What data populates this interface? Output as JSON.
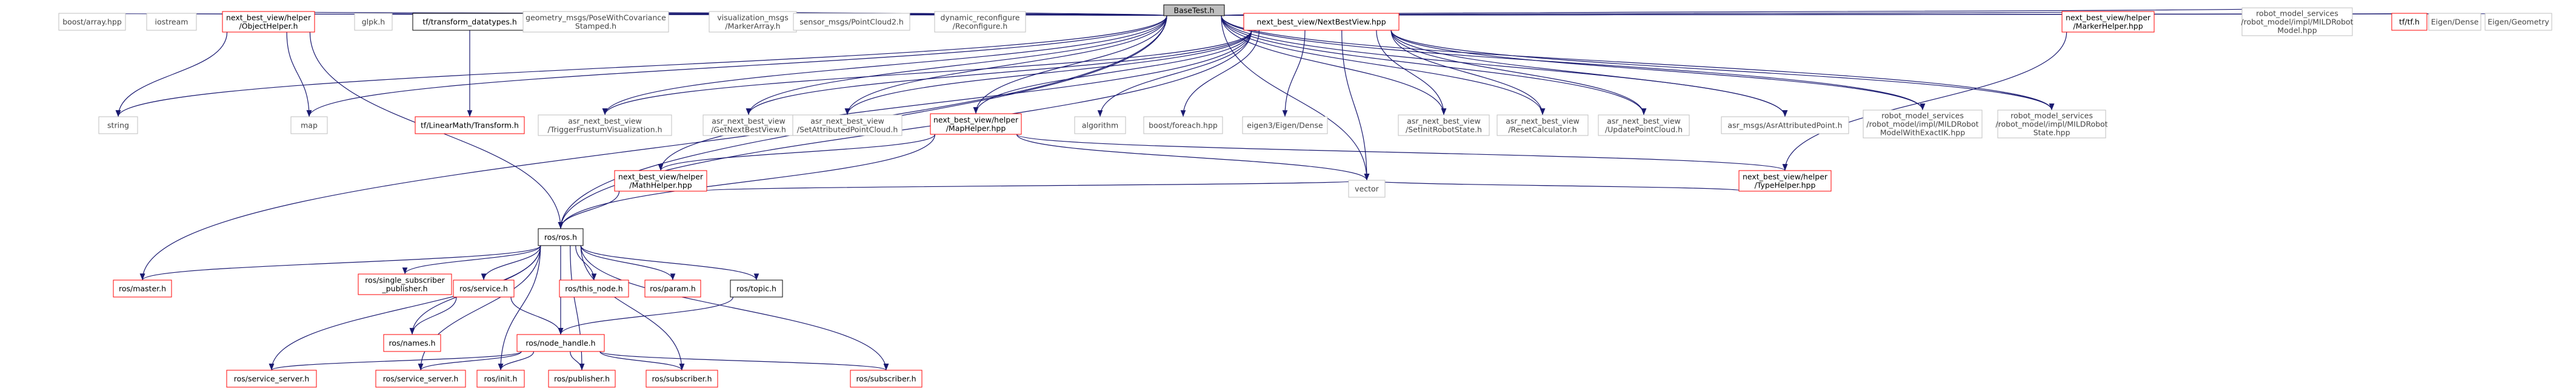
{
  "colors": {
    "edge": "#191970",
    "border_red": "#ff0000",
    "border_black": "#000000",
    "border_gray": "#bfbfbf",
    "root_fill": "#bfbfbf",
    "node_fill": "#ffffff"
  },
  "nodes": [
    {
      "id": "root",
      "lines": [
        "BaseTest.h"
      ],
      "style": "root"
    },
    {
      "id": "boost_array",
      "lines": [
        "boost/array.hpp"
      ],
      "style": "gray"
    },
    {
      "id": "iostream",
      "lines": [
        "iostream"
      ],
      "style": "gray"
    },
    {
      "id": "object_helper",
      "lines": [
        "next_best_view/helper",
        "/ObjectHelper.h"
      ],
      "style": "red"
    },
    {
      "id": "glpk",
      "lines": [
        "glpk.h"
      ],
      "style": "gray"
    },
    {
      "id": "tf_datatypes",
      "lines": [
        "tf/transform_datatypes.h"
      ],
      "style": "black"
    },
    {
      "id": "geometry_msgs",
      "lines": [
        "geometry_msgs/PoseWithCovariance",
        "Stamped.h"
      ],
      "style": "gray"
    },
    {
      "id": "visualization_msgs",
      "lines": [
        "visualization_msgs",
        "/MarkerArray.h"
      ],
      "style": "gray"
    },
    {
      "id": "sensor_msgs",
      "lines": [
        "sensor_msgs/PointCloud2.h"
      ],
      "style": "gray"
    },
    {
      "id": "dynamic_reconfigure",
      "lines": [
        "dynamic_reconfigure",
        "/Reconfigure.h"
      ],
      "style": "gray"
    },
    {
      "id": "nbv",
      "lines": [
        "next_best_view/NextBestView.hpp"
      ],
      "style": "red"
    },
    {
      "id": "marker_helper",
      "lines": [
        "next_best_view/helper",
        "/MarkerHelper.hpp"
      ],
      "style": "red"
    },
    {
      "id": "rms_model",
      "lines": [
        "robot_model_services",
        "/robot_model/impl/MILDRobot",
        "Model.hpp"
      ],
      "style": "gray"
    },
    {
      "id": "tf_tf",
      "lines": [
        "tf/tf.h"
      ],
      "style": "red"
    },
    {
      "id": "eigen_dense_top",
      "lines": [
        "Eigen/Dense"
      ],
      "style": "gray"
    },
    {
      "id": "eigen_geometry",
      "lines": [
        "Eigen/Geometry"
      ],
      "style": "gray"
    },
    {
      "id": "string",
      "lines": [
        "string"
      ],
      "style": "gray"
    },
    {
      "id": "map",
      "lines": [
        "map"
      ],
      "style": "gray"
    },
    {
      "id": "tf_linearmath",
      "lines": [
        "tf/LinearMath/Transform.h"
      ],
      "style": "red"
    },
    {
      "id": "trigger_frustum",
      "lines": [
        "asr_next_best_view",
        "/TriggerFrustumVisualization.h"
      ],
      "style": "gray"
    },
    {
      "id": "get_nbv",
      "lines": [
        "asr_next_best_view",
        "/GetNextBestView.h"
      ],
      "style": "gray"
    },
    {
      "id": "set_attr_pc",
      "lines": [
        "asr_next_best_view",
        "/SetAttributedPointCloud.h"
      ],
      "style": "gray"
    },
    {
      "id": "map_helper",
      "lines": [
        "next_best_view/helper",
        "/MapHelper.hpp"
      ],
      "style": "red"
    },
    {
      "id": "algorithm",
      "lines": [
        "algorithm"
      ],
      "style": "gray"
    },
    {
      "id": "boost_foreach",
      "lines": [
        "boost/foreach.hpp"
      ],
      "style": "gray"
    },
    {
      "id": "eigen3_dense",
      "lines": [
        "eigen3/Eigen/Dense"
      ],
      "style": "gray"
    },
    {
      "id": "set_init_robot",
      "lines": [
        "asr_next_best_view",
        "/SetInitRobotState.h"
      ],
      "style": "gray"
    },
    {
      "id": "reset_calc",
      "lines": [
        "asr_next_best_view",
        "/ResetCalculator.h"
      ],
      "style": "gray"
    },
    {
      "id": "update_pc",
      "lines": [
        "asr_next_best_view",
        "/UpdatePointCloud.h"
      ],
      "style": "gray"
    },
    {
      "id": "asr_attr_point",
      "lines": [
        "asr_msgs/AsrAttributedPoint.h"
      ],
      "style": "gray"
    },
    {
      "id": "rms_exactik",
      "lines": [
        "robot_model_services",
        "/robot_model/impl/MILDRobot",
        "ModelWithExactIK.hpp"
      ],
      "style": "gray"
    },
    {
      "id": "rms_state",
      "lines": [
        "robot_model_services",
        "/robot_model/impl/MILDRobot",
        "State.hpp"
      ],
      "style": "gray"
    },
    {
      "id": "math_helper",
      "lines": [
        "next_best_view/helper",
        "/MathHelper.hpp"
      ],
      "style": "red"
    },
    {
      "id": "type_helper",
      "lines": [
        "next_best_view/helper",
        "/TypeHelper.hpp"
      ],
      "style": "red"
    },
    {
      "id": "vector",
      "lines": [
        "vector"
      ],
      "style": "gray"
    },
    {
      "id": "ros_h",
      "lines": [
        "ros/ros.h"
      ],
      "style": "black"
    },
    {
      "id": "ros_master",
      "lines": [
        "ros/master.h"
      ],
      "style": "red"
    },
    {
      "id": "single_sub_pub",
      "lines": [
        "ros/single_subscriber",
        "_publisher.h"
      ],
      "style": "red"
    },
    {
      "id": "ros_service",
      "lines": [
        "ros/service.h"
      ],
      "style": "red"
    },
    {
      "id": "ros_this_node",
      "lines": [
        "ros/this_node.h"
      ],
      "style": "red"
    },
    {
      "id": "ros_param",
      "lines": [
        "ros/param.h"
      ],
      "style": "red"
    },
    {
      "id": "ros_topic",
      "lines": [
        "ros/topic.h"
      ],
      "style": "black"
    },
    {
      "id": "ros_names",
      "lines": [
        "ros/names.h"
      ],
      "style": "red"
    },
    {
      "id": "ros_node_handle",
      "lines": [
        "ros/node_handle.h"
      ],
      "style": "red"
    },
    {
      "id": "service_server_1",
      "lines": [
        "ros/service_server.h"
      ],
      "style": "red"
    },
    {
      "id": "service_server_2",
      "lines": [
        "ros/service_server.h"
      ],
      "style": "red"
    },
    {
      "id": "ros_init",
      "lines": [
        "ros/init.h"
      ],
      "style": "red"
    },
    {
      "id": "ros_publisher",
      "lines": [
        "ros/publisher.h"
      ],
      "style": "red"
    },
    {
      "id": "ros_subscriber_1",
      "lines": [
        "ros/subscriber.h"
      ],
      "style": "red"
    },
    {
      "id": "ros_subscriber_2",
      "lines": [
        "ros/subscriber.h"
      ],
      "style": "red"
    }
  ],
  "edges": [
    [
      "root",
      "boost_array"
    ],
    [
      "root",
      "iostream"
    ],
    [
      "root",
      "object_helper"
    ],
    [
      "root",
      "glpk"
    ],
    [
      "root",
      "tf_datatypes"
    ],
    [
      "root",
      "geometry_msgs"
    ],
    [
      "root",
      "visualization_msgs"
    ],
    [
      "root",
      "sensor_msgs"
    ],
    [
      "root",
      "dynamic_reconfigure"
    ],
    [
      "root",
      "nbv"
    ],
    [
      "root",
      "marker_helper"
    ],
    [
      "root",
      "rms_model"
    ],
    [
      "root",
      "tf_tf"
    ],
    [
      "root",
      "eigen_dense_top"
    ],
    [
      "root",
      "eigen_geometry"
    ],
    [
      "root",
      "string"
    ],
    [
      "root",
      "map"
    ],
    [
      "root",
      "trigger_frustum"
    ],
    [
      "root",
      "get_nbv"
    ],
    [
      "root",
      "set_attr_pc"
    ],
    [
      "root",
      "map_helper"
    ],
    [
      "root",
      "set_init_robot"
    ],
    [
      "root",
      "reset_calc"
    ],
    [
      "root",
      "update_pc"
    ],
    [
      "root",
      "asr_attr_point"
    ],
    [
      "root",
      "rms_exactik"
    ],
    [
      "root",
      "rms_state"
    ],
    [
      "root",
      "vector"
    ],
    [
      "root",
      "ros_h"
    ],
    [
      "root",
      "ros_master"
    ],
    [
      "object_helper",
      "string"
    ],
    [
      "object_helper",
      "map"
    ],
    [
      "object_helper",
      "ros_h"
    ],
    [
      "tf_datatypes",
      "tf_linearmath"
    ],
    [
      "nbv",
      "trigger_frustum"
    ],
    [
      "nbv",
      "get_nbv"
    ],
    [
      "nbv",
      "set_attr_pc"
    ],
    [
      "nbv",
      "map_helper"
    ],
    [
      "nbv",
      "algorithm"
    ],
    [
      "nbv",
      "boost_foreach"
    ],
    [
      "nbv",
      "eigen3_dense"
    ],
    [
      "nbv",
      "set_init_robot"
    ],
    [
      "nbv",
      "reset_calc"
    ],
    [
      "nbv",
      "update_pc"
    ],
    [
      "nbv",
      "asr_attr_point"
    ],
    [
      "nbv",
      "rms_exactik"
    ],
    [
      "nbv",
      "rms_state"
    ],
    [
      "nbv",
      "vector"
    ],
    [
      "nbv",
      "math_helper"
    ],
    [
      "nbv",
      "ros_h"
    ],
    [
      "marker_helper",
      "type_helper"
    ],
    [
      "map_helper",
      "math_helper"
    ],
    [
      "map_helper",
      "type_helper"
    ],
    [
      "map_helper",
      "vector"
    ],
    [
      "map_helper",
      "ros_h"
    ],
    [
      "math_helper",
      "vector"
    ],
    [
      "math_helper",
      "ros_h"
    ],
    [
      "type_helper",
      "vector"
    ],
    [
      "ros_h",
      "ros_master"
    ],
    [
      "ros_h",
      "single_sub_pub"
    ],
    [
      "ros_h",
      "ros_service"
    ],
    [
      "ros_h",
      "ros_this_node"
    ],
    [
      "ros_h",
      "ros_param"
    ],
    [
      "ros_h",
      "ros_topic"
    ],
    [
      "ros_h",
      "ros_names"
    ],
    [
      "ros_h",
      "ros_node_handle"
    ],
    [
      "ros_h",
      "service_server_1"
    ],
    [
      "ros_h",
      "service_server_2"
    ],
    [
      "ros_h",
      "ros_init"
    ],
    [
      "ros_h",
      "ros_publisher"
    ],
    [
      "ros_h",
      "ros_subscriber_1"
    ],
    [
      "ros_h",
      "ros_subscriber_2"
    ],
    [
      "ros_service",
      "ros_names"
    ],
    [
      "ros_service",
      "ros_node_handle"
    ],
    [
      "ros_topic",
      "ros_node_handle"
    ],
    [
      "ros_node_handle",
      "service_server_1"
    ],
    [
      "ros_node_handle",
      "service_server_2"
    ],
    [
      "ros_node_handle",
      "ros_init"
    ],
    [
      "ros_node_handle",
      "ros_publisher"
    ],
    [
      "ros_node_handle",
      "ros_subscriber_1"
    ],
    [
      "ros_node_handle",
      "ros_subscriber_2"
    ]
  ]
}
